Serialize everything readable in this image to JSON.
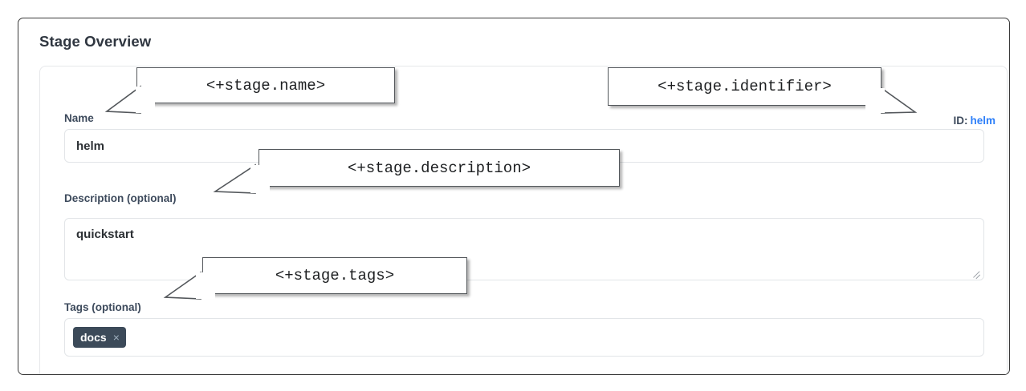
{
  "panel": {
    "title": "Stage Overview"
  },
  "identifier": {
    "key": "ID:",
    "value": "helm",
    "value_color": "#2d7ff9"
  },
  "fields": {
    "name": {
      "label": "Name",
      "value": "helm",
      "placeholder": ""
    },
    "description": {
      "label": "Description (optional)",
      "value": "quickstart",
      "placeholder": ""
    },
    "tags": {
      "label": "Tags (optional)",
      "chips": [
        {
          "text": "docs",
          "remove_glyph": "×"
        }
      ],
      "placeholder": ""
    }
  },
  "callouts": {
    "name": "<+stage.name>",
    "identifier": "<+stage.identifier>",
    "description": "<+stage.description>",
    "tags": "<+stage.tags>"
  },
  "colors": {
    "frame_border": "#3a3a3a",
    "label": "#3d4a5c",
    "input_border": "#e2e5e8",
    "tag_chip_bg": "#3c4a59",
    "callout_border": "#53575b"
  }
}
